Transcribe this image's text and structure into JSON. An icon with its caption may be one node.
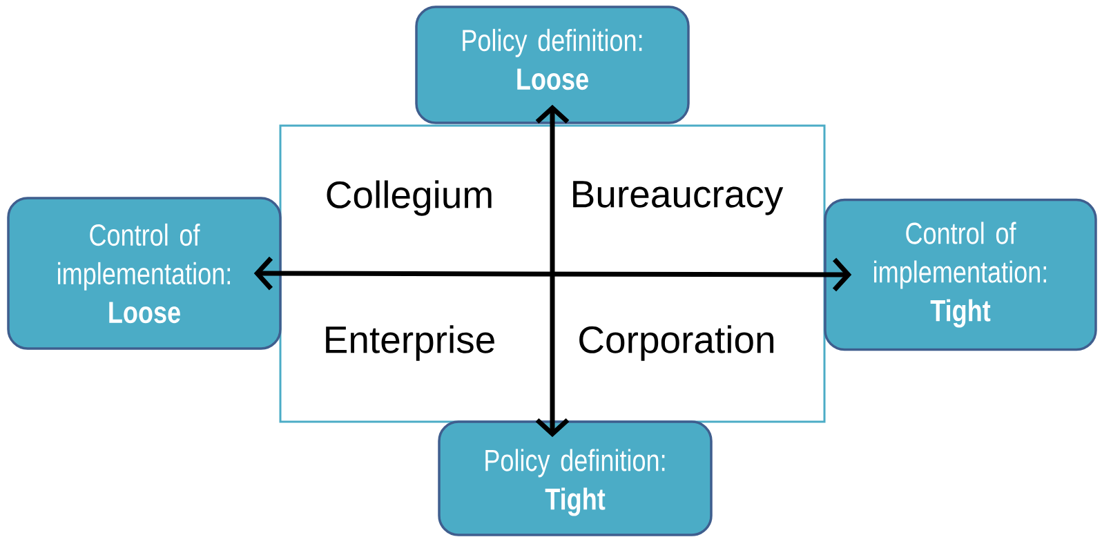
{
  "diagram": {
    "nodes": [
      {
        "text": [
          "Policy definition:",
          "Loose"
        ]
      },
      {
        "text": [
          "Control of implementation:",
          "Loose"
        ]
      },
      {
        "text": [
          "Control of implementation:",
          "Tight"
        ]
      },
      {
        "text": [
          "Policy definition:",
          "Tight"
        ]
      }
    ],
    "edges": [
      {
        "from": 0,
        "to": 3,
        "arrow": "both"
      },
      {
        "from": 1,
        "to": 2,
        "arrow": "both"
      }
    ],
    "labels": [
      "Collegium",
      "Bureaucracy",
      "Enterprise",
      "Corporation"
    ]
  }
}
